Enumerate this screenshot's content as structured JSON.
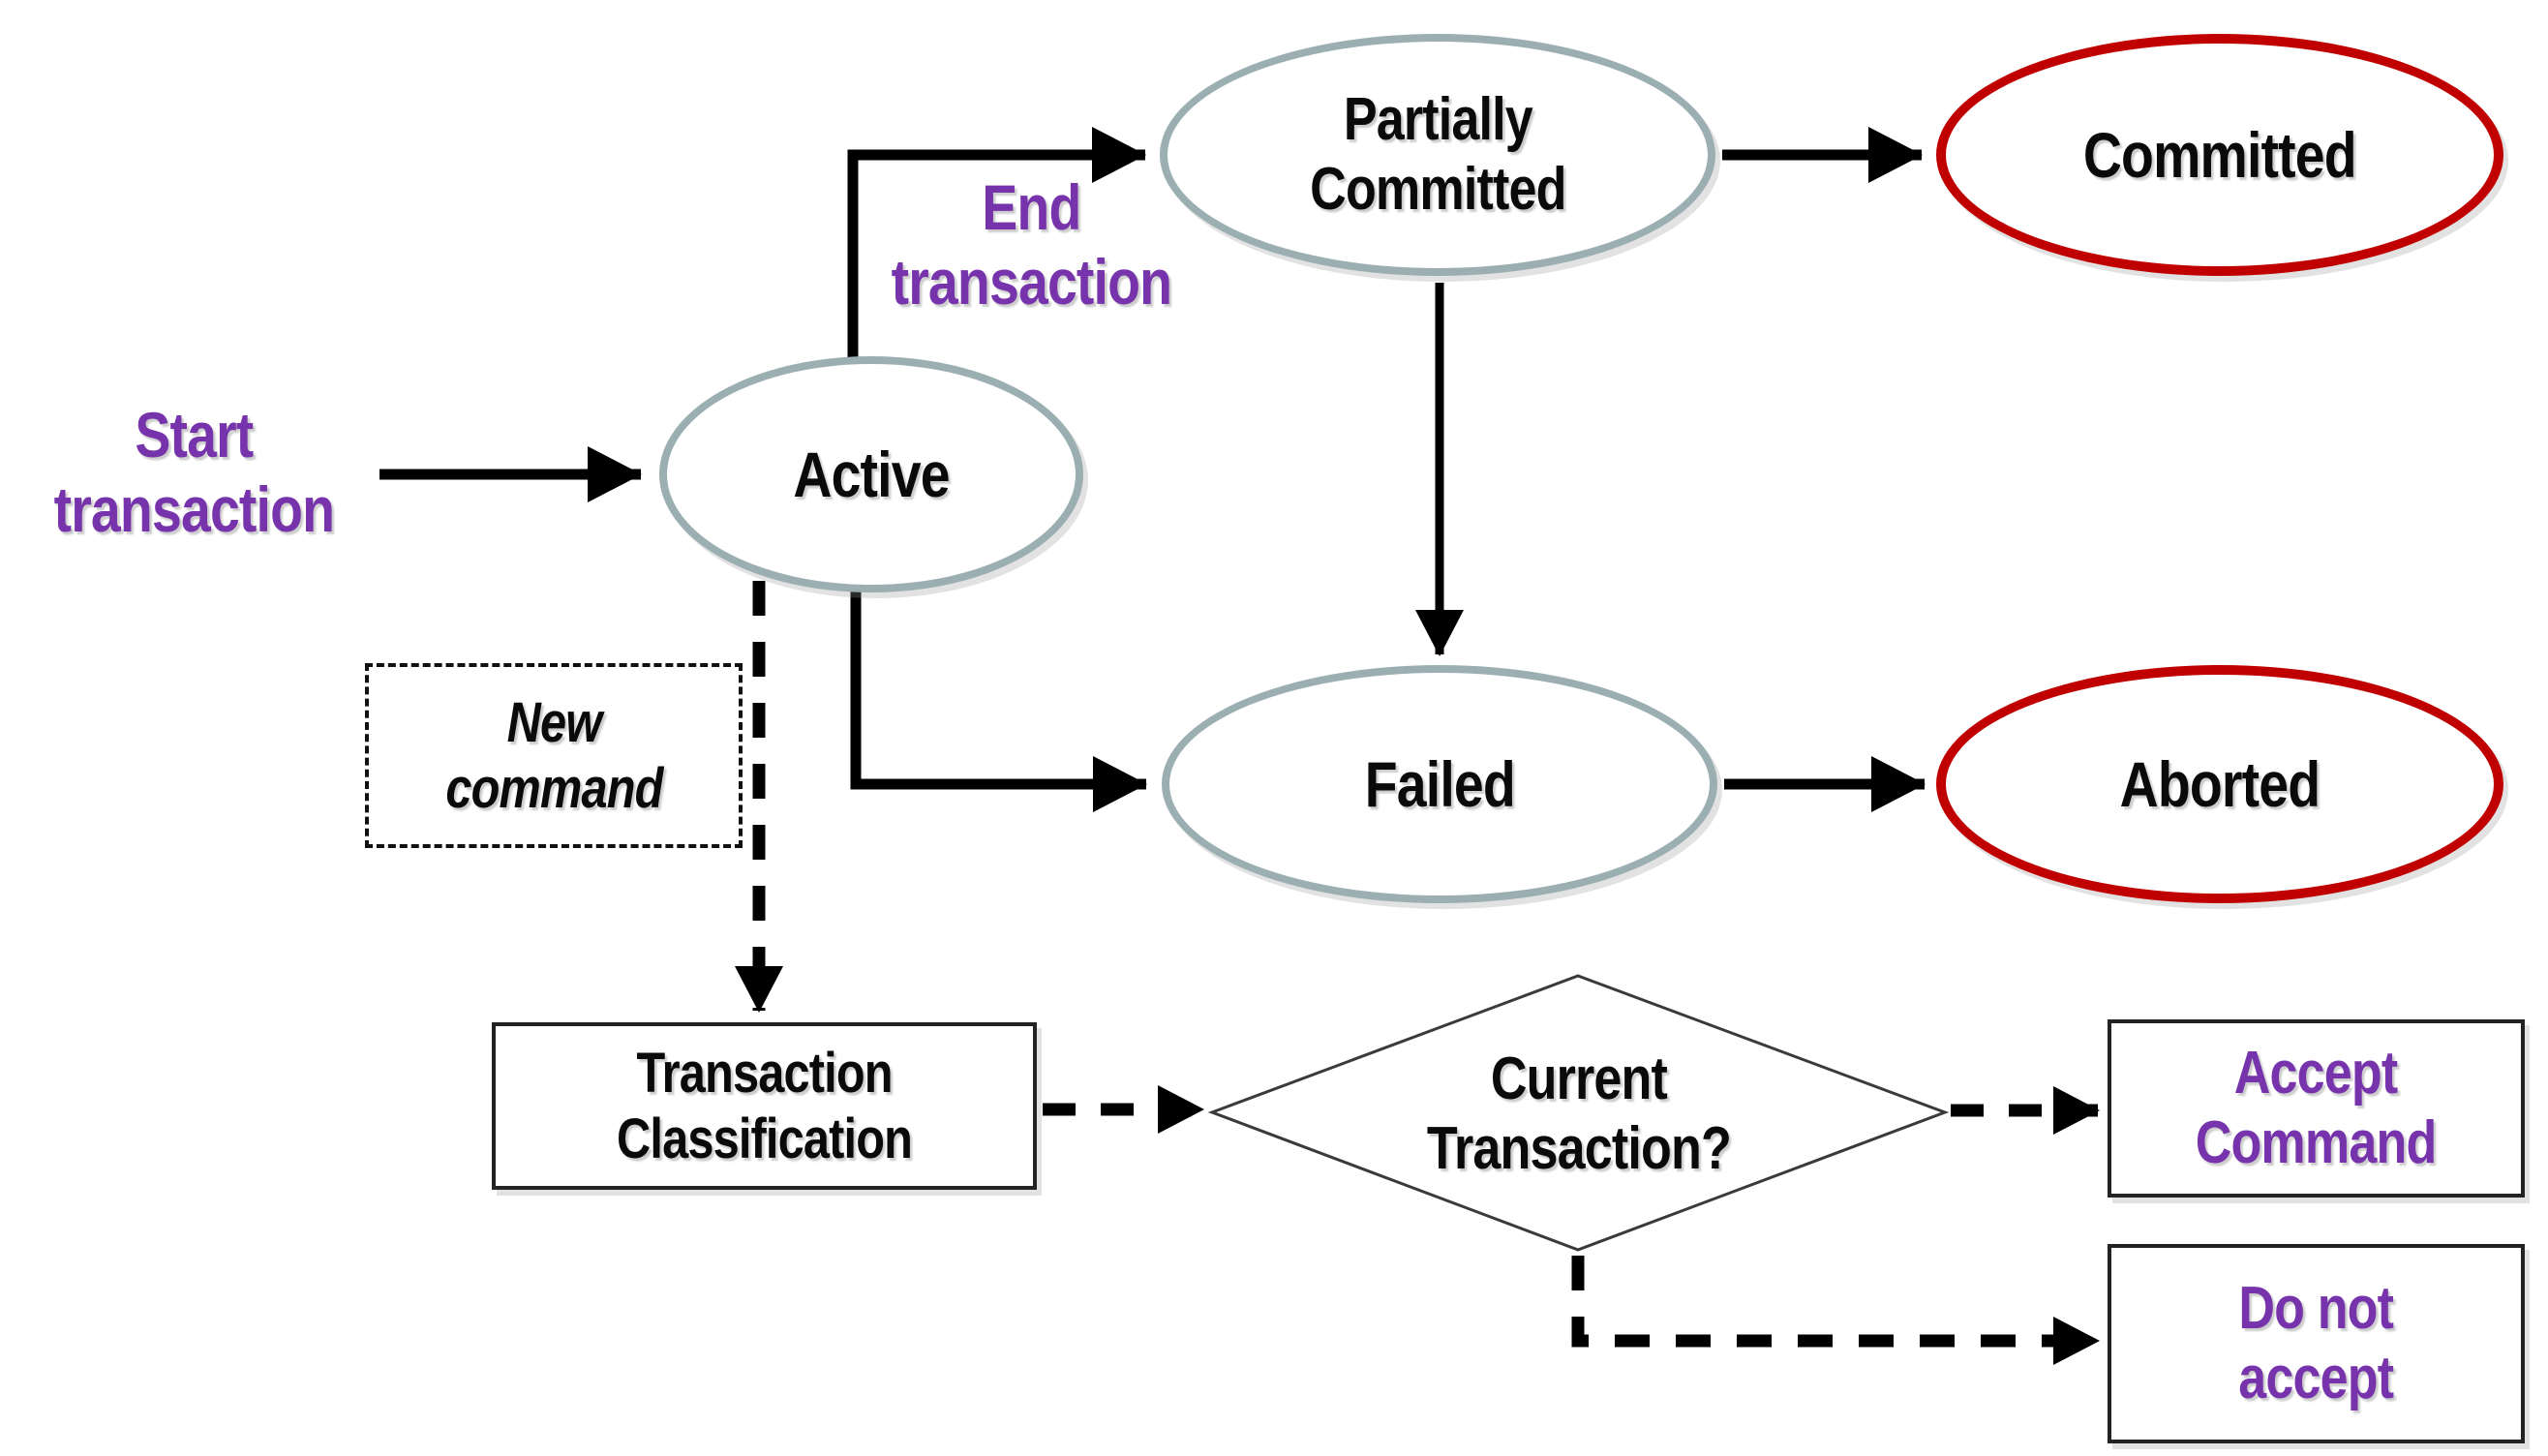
{
  "nodes": {
    "active": {
      "label": "Active"
    },
    "partially_committed": {
      "label": "Partially\nCommitted"
    },
    "committed": {
      "label": "Committed"
    },
    "failed": {
      "label": "Failed"
    },
    "aborted": {
      "label": "Aborted"
    }
  },
  "edge_labels": {
    "start_transaction": "Start\ntransaction",
    "end_transaction": "End\ntransaction",
    "new_command": "New\ncommand"
  },
  "process_boxes": {
    "transaction_classification": "Transaction\nClassification"
  },
  "decision": {
    "current_transaction": "Current\nTransaction?"
  },
  "result_boxes": {
    "accept_command": "Accept\nCommand",
    "do_not_accept": "Do not\naccept"
  },
  "colors": {
    "state_outline_teal": "#9BAFB2",
    "final_state_outline_red": "#C00000",
    "label_purple": "#7633AB",
    "connector_black": "#000000"
  }
}
